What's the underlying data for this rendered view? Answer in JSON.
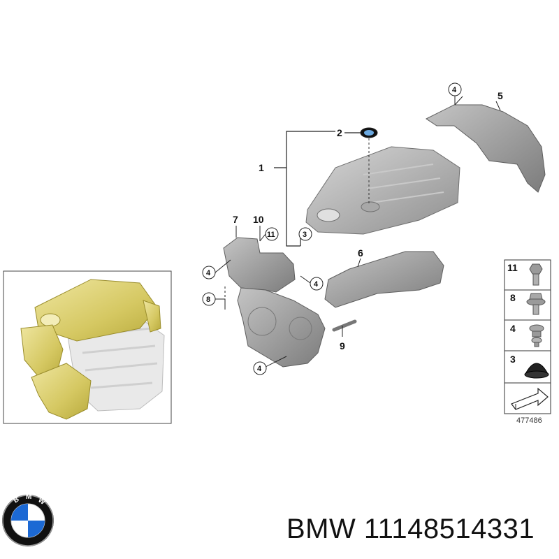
{
  "brand": {
    "name": "BMW",
    "logo_letters": "BMW",
    "colors": {
      "blue": "#1c69d4",
      "black": "#111111",
      "white": "#ffffff"
    }
  },
  "part_number_line": "BMW 11148514331",
  "diagram": {
    "id_label": "477486",
    "callouts": {
      "c1": "1",
      "c2": "2",
      "c3": "3",
      "c4a": "4",
      "c4b": "4",
      "c4c": "4",
      "c4d": "4",
      "c5": "5",
      "c6": "6",
      "c7": "7",
      "c8": "8",
      "c9": "9",
      "c10": "10",
      "c11": "11"
    },
    "legend": [
      {
        "number": "11",
        "icon": "bolt-icon"
      },
      {
        "number": "8",
        "icon": "bolt-flange-icon"
      },
      {
        "number": "4",
        "icon": "clip-icon"
      },
      {
        "number": "3",
        "icon": "grommet-icon"
      }
    ],
    "colors": {
      "part_gray": "#b9b9b9",
      "part_dark": "#8a8a8a",
      "highlight_gold": "#d8cc72",
      "engine_light": "#e6e6e6"
    }
  }
}
